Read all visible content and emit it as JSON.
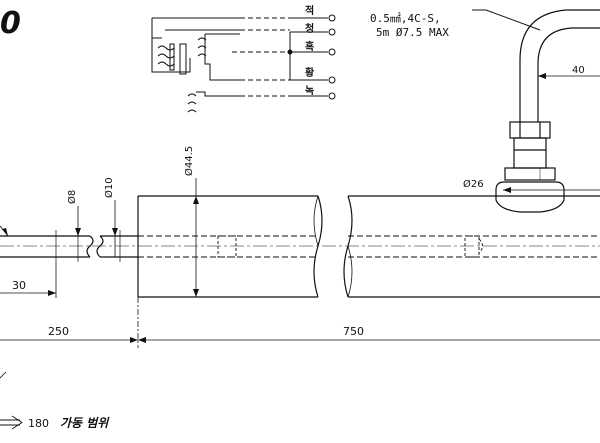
{
  "title_fragment": "0",
  "cable_spec_line1": "0.5㎟,4C-S,",
  "cable_spec_line2": "5m Ø7.5 MAX",
  "wire_labels": [
    "적",
    "청",
    "흑",
    "황",
    "녹"
  ],
  "dimensions": {
    "bracket_width": "40",
    "collar_dia": "Ø26",
    "body_dia": "Ø44.5",
    "rod_dia_small": "Ø8",
    "rod_dia": "Ø10",
    "tip_len": "30",
    "rod_len": "250",
    "body_len": "750"
  },
  "range_value": "180",
  "range_label": "가동 범위"
}
